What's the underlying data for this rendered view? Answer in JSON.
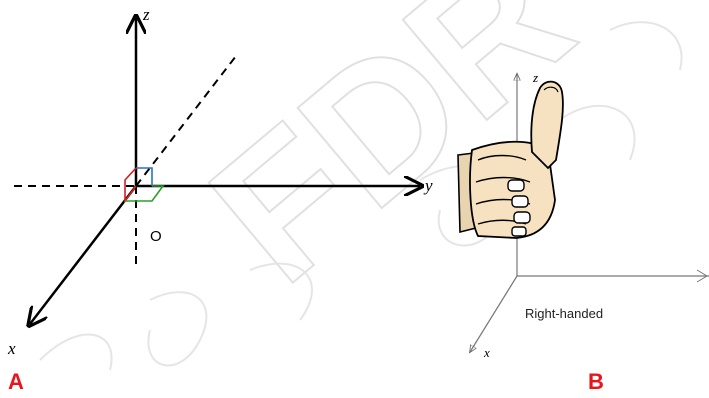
{
  "watermark": {
    "text": "FDR"
  },
  "panel_a": {
    "axis_labels": {
      "x": "x",
      "y": "y",
      "z": "z"
    },
    "origin_label": "O",
    "panel_label": "A"
  },
  "panel_b": {
    "axis_labels": {
      "x": "x",
      "z": "z"
    },
    "caption": "Right-handed",
    "panel_label": "B"
  },
  "colors": {
    "panel_label": "#e8151b",
    "angle_xz": "#d42020",
    "angle_yz": "#2a6fd0",
    "angle_xy": "#2aa02a",
    "watermark": "#c8c8c8",
    "skin": "#f6e2c0"
  }
}
